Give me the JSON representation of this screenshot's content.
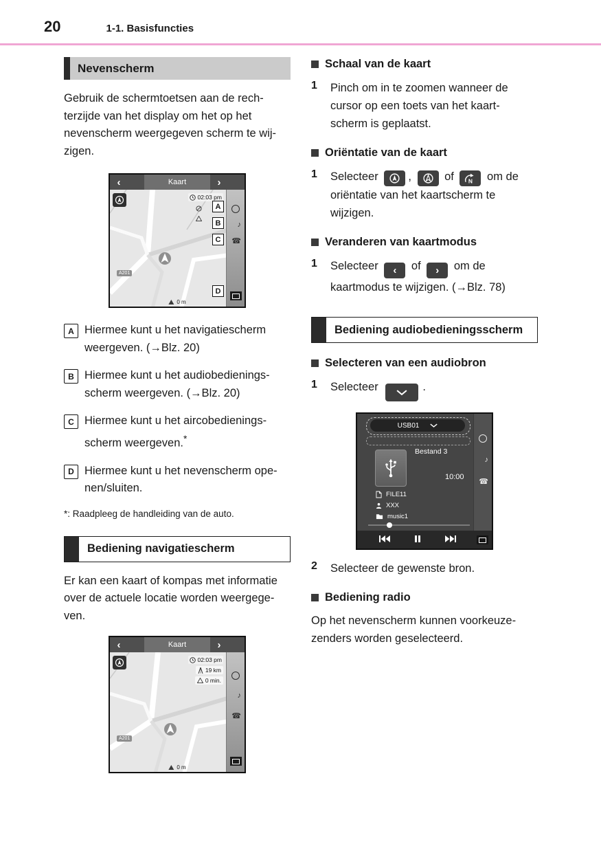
{
  "colors": {
    "header_rule": "#f0a6d4",
    "heading_fill": "#cbcbcb",
    "accent_dark": "#2b2b2b"
  },
  "header": {
    "page_number": "20",
    "chapter": "1-1. Basisfuncties"
  },
  "left": {
    "heading_nevenscherm": "Nevenscherm",
    "intro": "Gebruik de schermtoetsen aan de rech-\nterzijde van het display om het op het\nnevenscherm weergegeven scherm te wij-\nzigen.",
    "items": [
      {
        "key": "A",
        "text": "Hiermee kunt u het navigatiescherm\nweergeven. (→Blz. 20)"
      },
      {
        "key": "B",
        "text": "Hiermee kunt u het audiobedienings-\nscherm weergeven. (→Blz. 20)"
      },
      {
        "key": "C",
        "text": "Hiermee kunt u het aircobedienings-\nscherm weergeven.",
        "marker": "*"
      },
      {
        "key": "D",
        "text": "Hiermee kunt u het nevenscherm ope-\nnen/sluiten."
      }
    ],
    "footnote": "*:  Raadpleeg de handleiding van de auto.",
    "heading_navigatie": "Bediening navigatiescherm",
    "nav_intro": "Er kan een kaart of kompas met informatie\nover de actuele locatie worden weergege-\nven."
  },
  "right": {
    "scale": {
      "title": "Schaal van de kaart",
      "num": "1",
      "text": "Pinch om in te zoomen wanneer de\ncursor op een toets van het kaart-\nscherm is geplaatst."
    },
    "orient": {
      "title": "Oriëntatie van de kaart",
      "num": "1",
      "pre": "Selecteer",
      "sep1": ",",
      "sep2": "of",
      "post": "om de oriëntatie van het kaartscherm te wijzigen."
    },
    "mode": {
      "title": "Veranderen van kaartmodus",
      "num": "1",
      "pre": "Selecteer",
      "sep": "of",
      "post": "om de kaartmodus te wijzigen. (→Blz. 78)"
    },
    "audio_heading": "Bediening audiobedieningsscherm",
    "source": {
      "title": "Selecteren van een audiobron",
      "num1": "1",
      "pre": "Selecteer",
      "end": ".",
      "num2": "2",
      "step2": "Selecteer de gewenste bron."
    },
    "radio": {
      "title": "Bediening radio",
      "text": "Op het nevenscherm kunnen voorkeuze-\nzenders worden geselecteerd."
    }
  },
  "screens": {
    "map1": {
      "title": "Kaart",
      "time": "02:03 pm",
      "badge_a": "A",
      "badge_b": "B",
      "badge_c": "C",
      "badge_d": "D",
      "road": "A201",
      "scale": "0 m"
    },
    "map2": {
      "title": "Kaart",
      "time": "02:03 pm",
      "distance": "19 km",
      "duration": "0 min.",
      "road": "A201",
      "scale": "0 m"
    },
    "audio": {
      "source": "USB01",
      "track": "Bestand 3",
      "time": "10:00",
      "file": "FILE11",
      "artist": "XXX",
      "folder": "music1"
    }
  }
}
